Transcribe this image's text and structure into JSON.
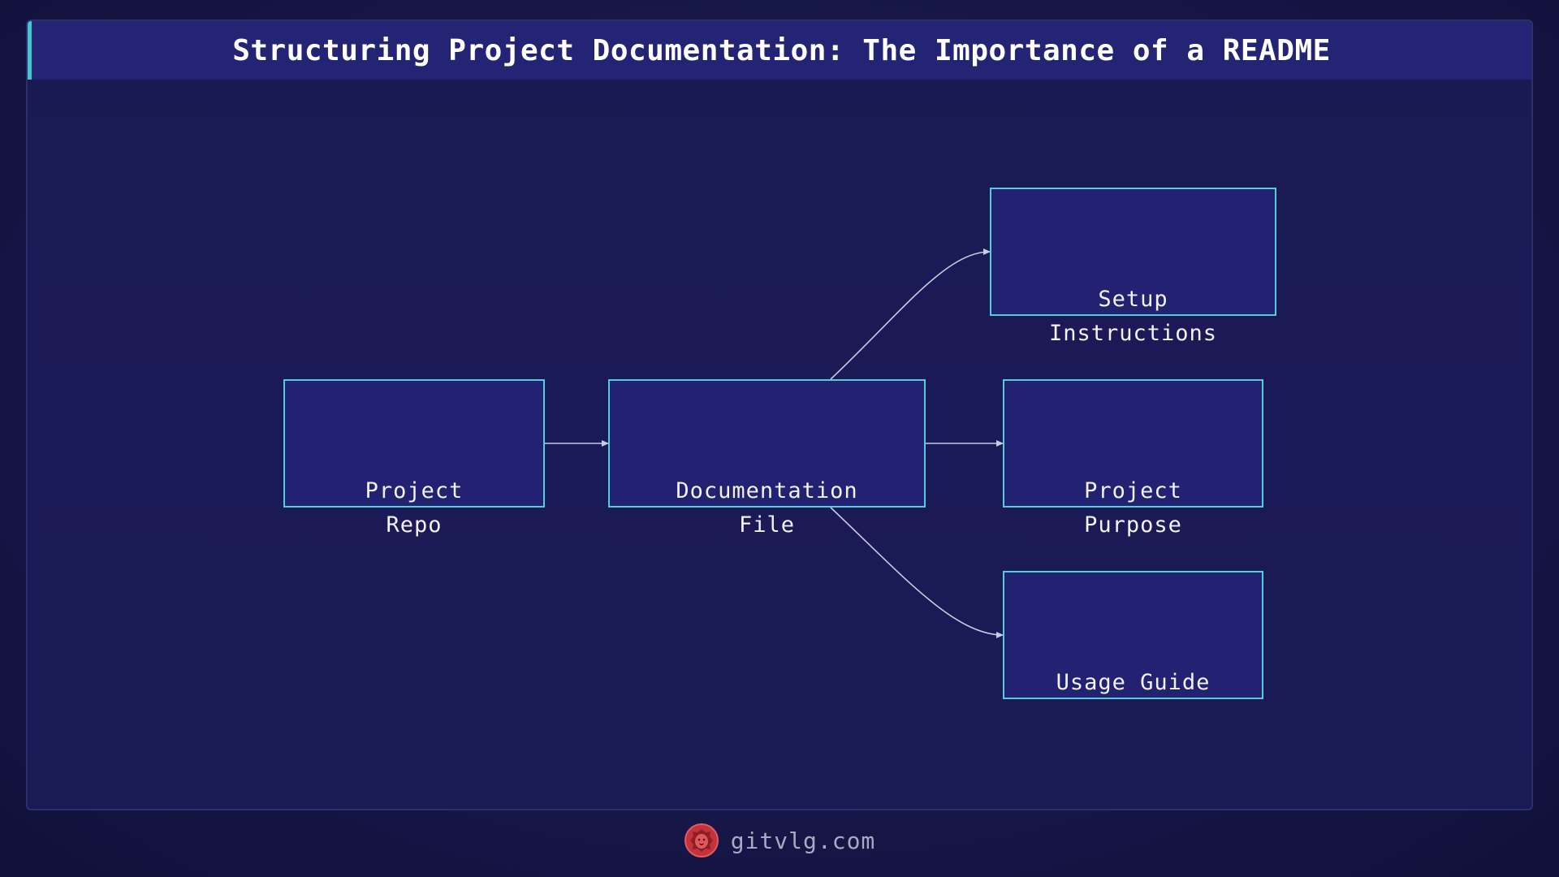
{
  "title": "Structuring Project Documentation: The Importance of a README",
  "nodes": {
    "project_repo": "Project\nRepo",
    "documentation_file": "Documentation\nFile",
    "setup_instructions": "Setup\nInstructions",
    "project_purpose": "Project\nPurpose",
    "usage_guide": "Usage Guide"
  },
  "edges": [
    {
      "from": "Project Repo",
      "to": "Documentation File"
    },
    {
      "from": "Documentation File",
      "to": "Setup Instructions"
    },
    {
      "from": "Documentation File",
      "to": "Project Purpose"
    },
    {
      "from": "Documentation File",
      "to": "Usage Guide"
    }
  ],
  "footer": {
    "logo_icon": "lion-head-icon",
    "site": "gitvlg.com"
  },
  "colors": {
    "background": "#17174a",
    "node_fill": "#232272",
    "node_border": "#4fd0d8",
    "title_bar": "#242474",
    "title_accent": "#3fc9c9",
    "edge": "#c9cbe0",
    "logo": "#d9434a"
  }
}
